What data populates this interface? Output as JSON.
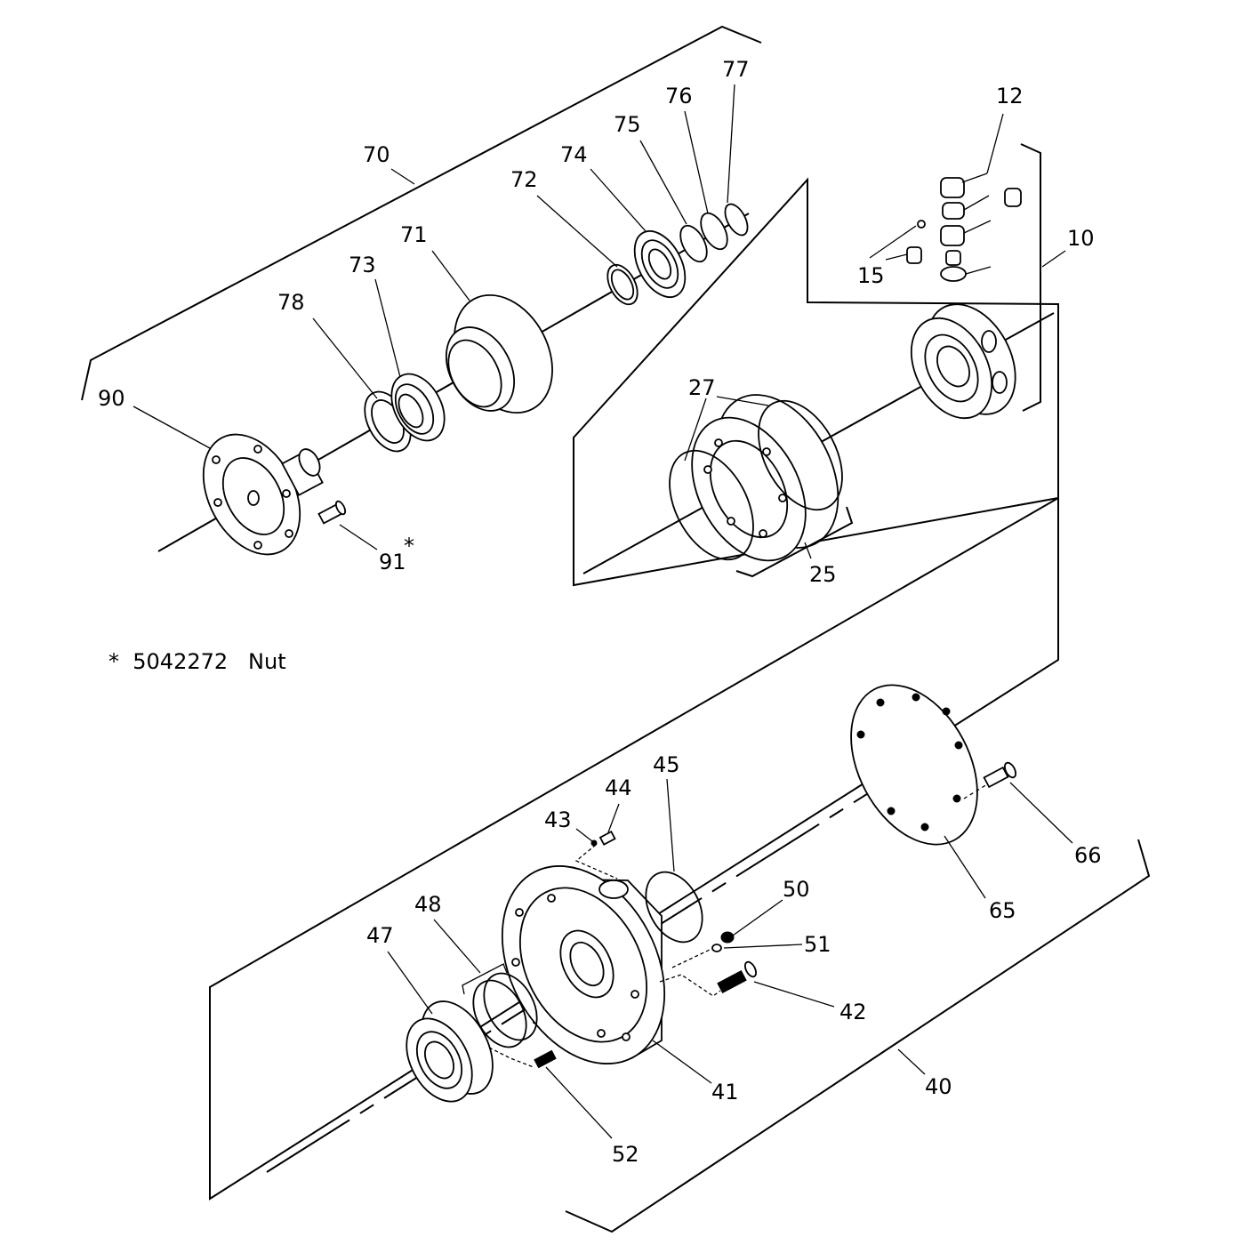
{
  "callouts": {
    "c10": "10",
    "c12": "12",
    "c15": "15",
    "c25": "25",
    "c27": "27",
    "c40": "40",
    "c41": "41",
    "c42": "42",
    "c43": "43",
    "c44": "44",
    "c45": "45",
    "c47": "47",
    "c48": "48",
    "c50": "50",
    "c51": "51",
    "c52": "52",
    "c65": "65",
    "c66": "66",
    "c70": "70",
    "c71": "71",
    "c72": "72",
    "c73": "73",
    "c74": "74",
    "c75": "75",
    "c76": "76",
    "c77": "77",
    "c78": "78",
    "c90": "90",
    "c91": "91",
    "c91_mark": "*"
  },
  "footnote": {
    "marker": "*",
    "part_number": "5042272",
    "description": "Nut"
  }
}
